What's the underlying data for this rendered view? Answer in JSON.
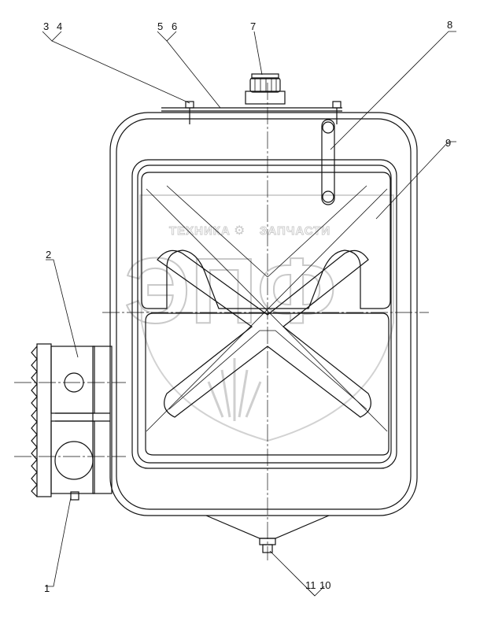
{
  "callouts": {
    "c1": "1",
    "c2": "2",
    "c3": "3",
    "c4": "4",
    "c5": "5",
    "c6": "6",
    "c7": "7",
    "c8": "8",
    "c9": "9",
    "c10": "10",
    "c11": "11"
  },
  "watermark": {
    "top_line_left": "ТЕХНИКА",
    "top_line_right": "ЗАПЧАСТИ",
    "big_letters": "ЭПФ"
  },
  "colors": {
    "line": "#111111",
    "watermark": "#c9c9c9",
    "background": "#ffffff"
  }
}
